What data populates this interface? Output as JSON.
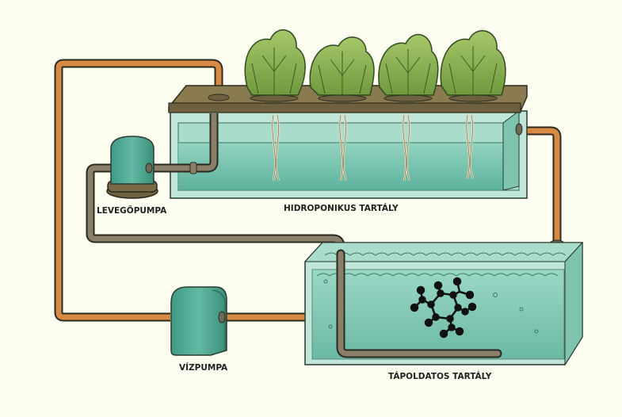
{
  "diagram": {
    "title": "Hidroponikus rendszer",
    "labels": {
      "air_pump": "LEVEGŐPUMPA",
      "hydroponic_tank": "HIDROPONIKUS TARTÁLY",
      "water_pump": "VÍZPUMPA",
      "nutrient_tank": "TÁPOLDATOS TARTÁLY"
    },
    "components": [
      {
        "id": "hydroponic-tank",
        "label_key": "hydroponic_tank",
        "plants": 4
      },
      {
        "id": "nutrient-tank",
        "label_key": "nutrient_tank",
        "contents": "molecule-icon"
      },
      {
        "id": "air-pump",
        "label_key": "air_pump"
      },
      {
        "id": "water-pump",
        "label_key": "water_pump"
      }
    ],
    "connections": [
      {
        "from": "water-pump",
        "to": "hydroponic-tank",
        "type": "water-pipe"
      },
      {
        "from": "hydroponic-tank",
        "to": "nutrient-tank",
        "type": "water-pipe"
      },
      {
        "from": "nutrient-tank",
        "to": "water-pump",
        "type": "water-pipe"
      },
      {
        "from": "air-pump",
        "to": "hydroponic-tank",
        "type": "air-tube"
      },
      {
        "from": "air-pump",
        "to": "nutrient-tank",
        "type": "air-tube"
      }
    ],
    "colors": {
      "background": "#fdfdf0",
      "water": "#6cc0a8",
      "tank_glass": "#a9dccb",
      "copper_pipe": "#d88a45",
      "air_tube": "#8a806a",
      "lid": "#7a6a45",
      "pump": "#4fa894",
      "leaf": "#8fb55a",
      "outline": "#2a3a30"
    }
  }
}
